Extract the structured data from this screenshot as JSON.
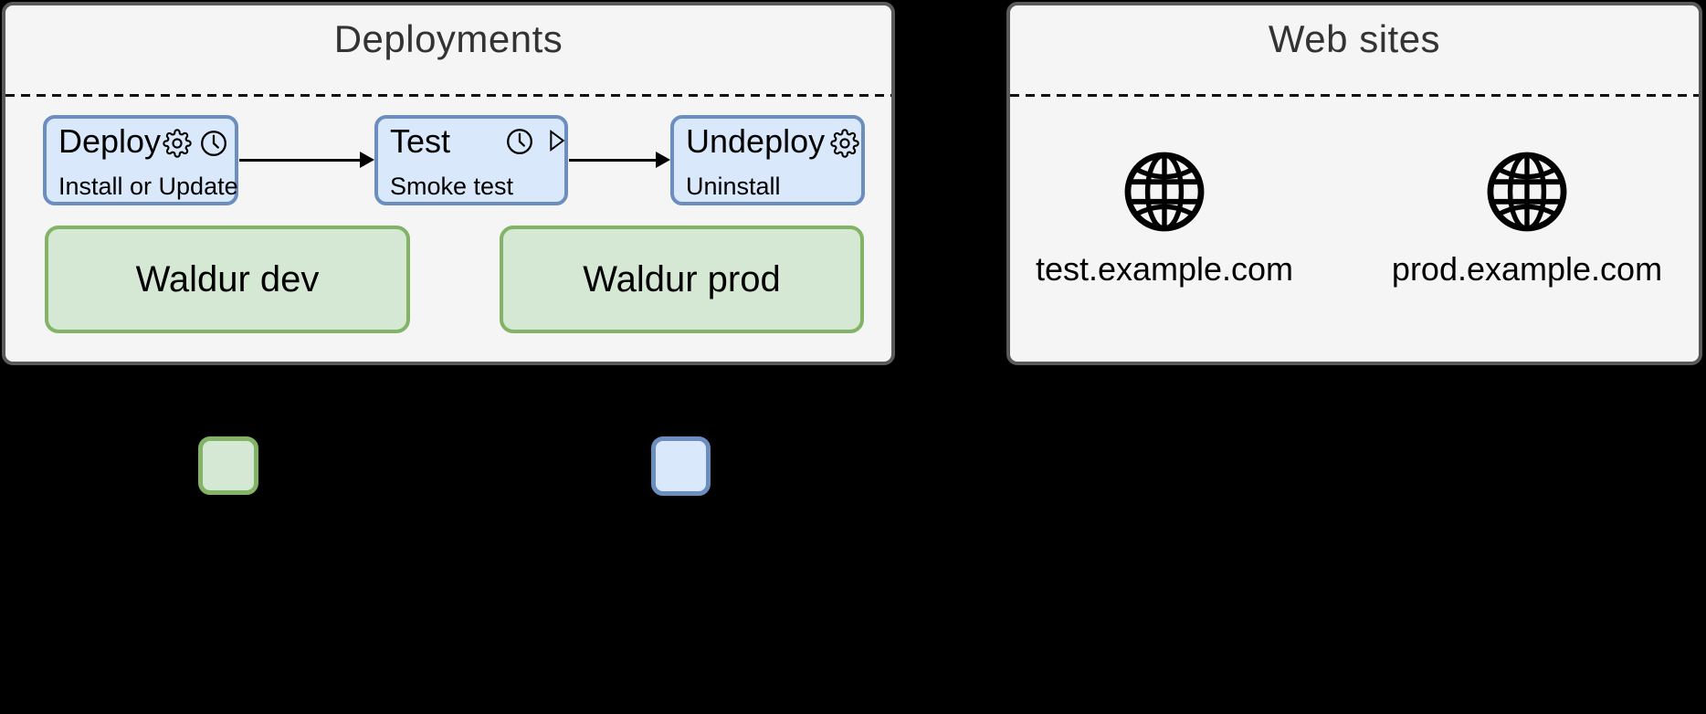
{
  "deployments_panel": {
    "title": "Deployments",
    "steps": [
      {
        "title": "Deploy",
        "subtitle": "Install or Update",
        "icons": [
          "gear-icon",
          "clock-icon"
        ]
      },
      {
        "title": "Test",
        "subtitle": "Smoke test",
        "icons": [
          "clock-icon",
          "play-icon"
        ]
      },
      {
        "title": "Undeploy",
        "subtitle": "Uninstall",
        "icons": [
          "gear-icon"
        ]
      }
    ],
    "environments": [
      {
        "label": "Waldur dev"
      },
      {
        "label": "Waldur prod"
      }
    ]
  },
  "websites_panel": {
    "title": "Web sites",
    "sites": [
      {
        "domain": "test.example.com",
        "icon": "globe-icon"
      },
      {
        "domain": "prod.example.com",
        "icon": "globe-icon"
      }
    ]
  },
  "legend": {
    "swatches": [
      {
        "name": "environment-swatch",
        "fill": "#d5e8d4",
        "border": "#82b366"
      },
      {
        "name": "step-swatch",
        "fill": "#dae8fc",
        "border": "#6c8ebf"
      }
    ]
  },
  "colors": {
    "canvas_bg": "#000000",
    "panel_bg": "#f5f5f5",
    "panel_border": "#5a5a5a",
    "panel_title_text": "#333333",
    "step_fill": "#dae8fc",
    "step_border": "#6c8ebf",
    "env_fill": "#d5e8d4",
    "env_border": "#82b366",
    "text": "#000000"
  }
}
